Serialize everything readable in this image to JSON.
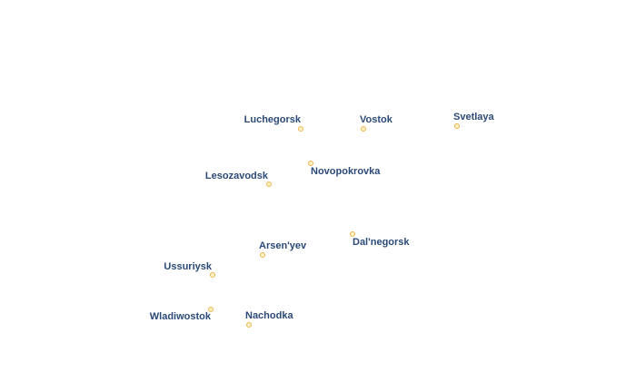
{
  "map": {
    "point_color": "#f0b44a",
    "label_color": "#2b4a78",
    "cities": [
      {
        "name": "Luchegorsk"
      },
      {
        "name": "Vostok"
      },
      {
        "name": "Svetlaya"
      },
      {
        "name": "Novopokrovka"
      },
      {
        "name": "Lesozavodsk"
      },
      {
        "name": "Dal'negorsk"
      },
      {
        "name": "Arsen'yev"
      },
      {
        "name": "Ussuriysk"
      },
      {
        "name": "Wladiwostok"
      },
      {
        "name": "Nachodka"
      }
    ]
  }
}
